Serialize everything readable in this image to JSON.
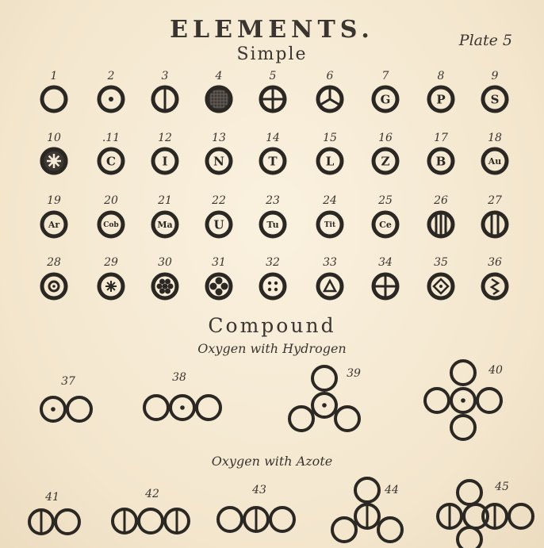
{
  "header": {
    "title": "ELEMENTS.",
    "subtitle": "Simple",
    "plate": "Plate 5"
  },
  "compound": {
    "title": "Compound",
    "oxygen_hydrogen": "Oxygen with Hydrogen",
    "oxygen_azote": "Oxygen with Azote"
  },
  "simple_elements": [
    {
      "num": "1",
      "type": "ring",
      "letter": ""
    },
    {
      "num": "2",
      "type": "dot",
      "letter": ""
    },
    {
      "num": "3",
      "type": "vline",
      "letter": ""
    },
    {
      "num": "4",
      "type": "filled",
      "letter": ""
    },
    {
      "num": "5",
      "type": "cross",
      "letter": ""
    },
    {
      "num": "6",
      "type": "peace",
      "letter": ""
    },
    {
      "num": "7",
      "type": "letter",
      "letter": "G"
    },
    {
      "num": "8",
      "type": "letter",
      "letter": "P"
    },
    {
      "num": "9",
      "type": "letter",
      "letter": "S"
    },
    {
      "num": "10",
      "type": "star-filled",
      "letter": ""
    },
    {
      "num": ".11",
      "type": "letter",
      "letter": "C"
    },
    {
      "num": "12",
      "type": "letter",
      "letter": "I"
    },
    {
      "num": "13",
      "type": "letter",
      "letter": "N"
    },
    {
      "num": "14",
      "type": "letter",
      "letter": "T"
    },
    {
      "num": "15",
      "type": "letter",
      "letter": "L"
    },
    {
      "num": "16",
      "type": "letter",
      "letter": "Z"
    },
    {
      "num": "17",
      "type": "letter",
      "letter": "B"
    },
    {
      "num": "18",
      "type": "letter",
      "letter": "Au"
    },
    {
      "num": "19",
      "type": "letter",
      "letter": "Ar"
    },
    {
      "num": "20",
      "type": "letter",
      "letter": "Cob"
    },
    {
      "num": "21",
      "type": "letter",
      "letter": "Ma"
    },
    {
      "num": "22",
      "type": "letter",
      "letter": "U"
    },
    {
      "num": "23",
      "type": "letter",
      "letter": "Tu"
    },
    {
      "num": "24",
      "type": "letter",
      "letter": "Tit"
    },
    {
      "num": "25",
      "type": "letter",
      "letter": "Ce"
    },
    {
      "num": "26",
      "type": "three-lines",
      "letter": ""
    },
    {
      "num": "27",
      "type": "two-lines",
      "letter": ""
    },
    {
      "num": "28",
      "type": "concentric",
      "letter": ""
    },
    {
      "num": "29",
      "type": "asterisk",
      "letter": ""
    },
    {
      "num": "30",
      "type": "flower",
      "letter": ""
    },
    {
      "num": "31",
      "type": "four-dots-cross",
      "letter": ""
    },
    {
      "num": "32",
      "type": "four-dots",
      "letter": ""
    },
    {
      "num": "33",
      "type": "triangle",
      "letter": ""
    },
    {
      "num": "34",
      "type": "cross",
      "letter": ""
    },
    {
      "num": "35",
      "type": "diamond",
      "letter": ""
    },
    {
      "num": "36",
      "type": "zigzag",
      "letter": ""
    }
  ],
  "compound_items": [
    {
      "num": "37"
    },
    {
      "num": "38"
    },
    {
      "num": "39"
    },
    {
      "num": "40"
    },
    {
      "num": "41"
    },
    {
      "num": "42"
    },
    {
      "num": "43"
    },
    {
      "num": "44"
    },
    {
      "num": "45"
    }
  ]
}
